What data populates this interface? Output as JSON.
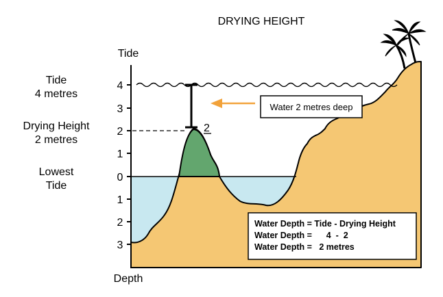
{
  "title": "DRYING HEIGHT",
  "axis": {
    "top_label": "Tide",
    "bottom_label": "Depth",
    "ticks_above": [
      "4",
      "3",
      "2",
      "1",
      "0"
    ],
    "ticks_below": [
      "1",
      "2",
      "3"
    ]
  },
  "left_labels": {
    "tide_line1": "Tide",
    "tide_line2": "4 metres",
    "drying_line1": "Drying Height",
    "drying_line2": "2 metres",
    "lowest_line1": "Lowest",
    "lowest_line2": "Tide"
  },
  "measure_label": "2",
  "callout": "Water 2 metres deep",
  "formula": {
    "line1": "Water Depth = Tide - Drying Height",
    "line2": "Water Depth =      4  -  2",
    "line3": "Water Depth =   2 metres"
  },
  "colors": {
    "sand": "#F5C773",
    "shallow_water": "#C8E8F0",
    "drying_bank": "#63A66E",
    "arrow": "#F2A23A",
    "line": "#000000"
  }
}
